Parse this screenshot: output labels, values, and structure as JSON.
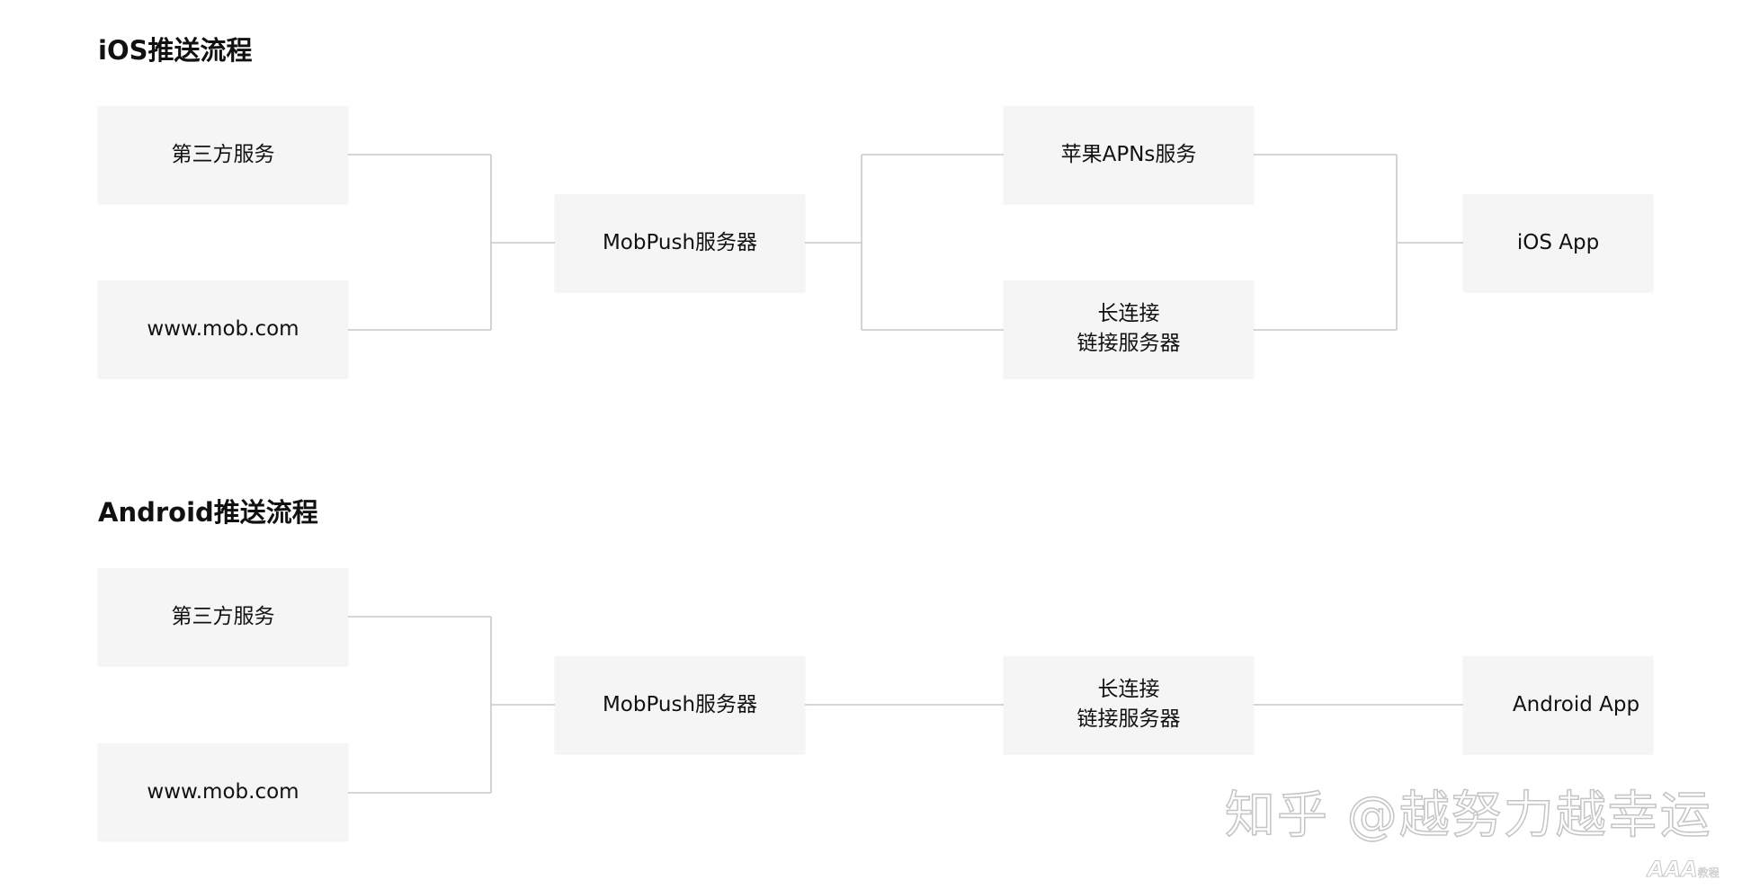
{
  "ios": {
    "title": "iOS推送流程",
    "third_party": "第三方服务",
    "website": "www.mob.com",
    "mobpush_server": "MobPush服务器",
    "apns": "苹果APNs服务",
    "long_conn_line1": "长连接",
    "long_conn_line2": "链接服务器",
    "app": "iOS App"
  },
  "android": {
    "title": "Android推送流程",
    "third_party": "第三方服务",
    "website": "www.mob.com",
    "mobpush_server": "MobPush服务器",
    "long_conn_line1": "长连接",
    "long_conn_line2": "链接服务器",
    "app": "Android App"
  },
  "watermark": {
    "text": "知乎 @越努力越幸运",
    "badge": "AAA",
    "badge_suffix": "教程"
  },
  "colors": {
    "node_background": "#f5f5f5",
    "connector": "#c9c9c9",
    "text": "#111111"
  }
}
